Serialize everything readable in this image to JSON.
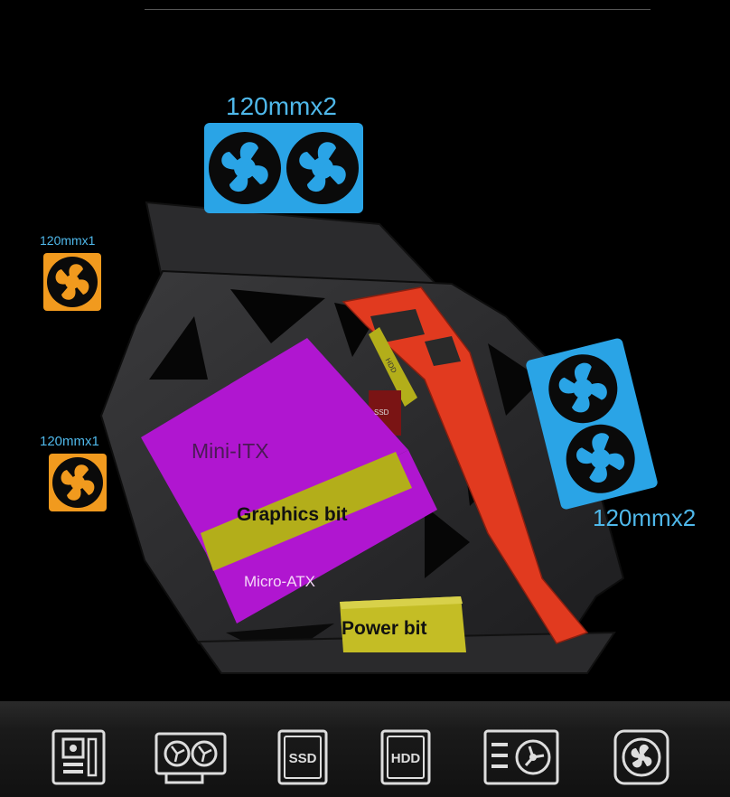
{
  "labels": {
    "top_fans": "120mmx2",
    "left_fan_top": "120mmx1",
    "left_fan_bottom": "120mmx1",
    "right_fans": "120mmx2",
    "mini_itx": "Mini-ITX",
    "micro_atx": "Micro-ATX",
    "graphics": "Graphics bit",
    "power": "Power bit",
    "ssd": "SSD",
    "hdd": "HDD"
  },
  "icons": [
    {
      "name": "motherboard-icon",
      "text": ""
    },
    {
      "name": "graphics-card-icon",
      "text": ""
    },
    {
      "name": "ssd-icon",
      "text": "SSD"
    },
    {
      "name": "hdd-icon",
      "text": "HDD"
    },
    {
      "name": "psu-icon",
      "text": ""
    },
    {
      "name": "fan-icon",
      "text": ""
    }
  ],
  "colors": {
    "fan_blue": "#2aa4e6",
    "fan_orange": "#f19a1e",
    "mini_itx": "#b016d0",
    "graphics_bar": "#b3ae1a",
    "power_box": "#c4bd25",
    "red_panel": "#e13a1f"
  }
}
